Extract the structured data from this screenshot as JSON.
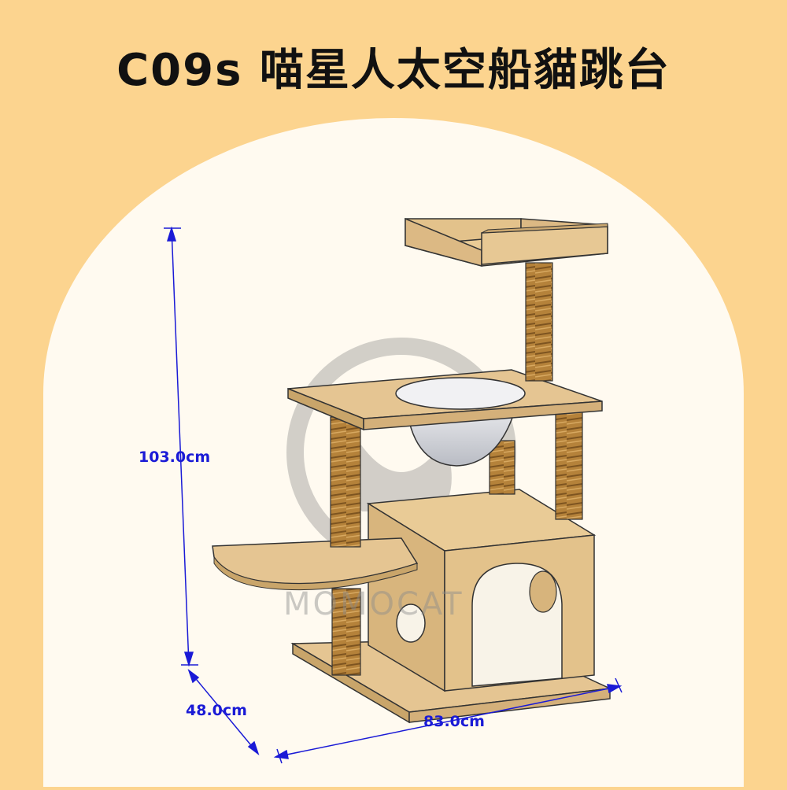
{
  "title": "C09s 喵星人太空船貓跳台",
  "dimensions": {
    "height_label": "103.0cm",
    "depth_label": "48.0cm",
    "width_label": "83.0cm"
  },
  "watermark": "MOMOCAT",
  "colors": {
    "background": "#fcd48f",
    "arch": "#fffaf0",
    "wood": "#e3c28b",
    "wood_dark": "#c9a56a",
    "rope": "#b07c35",
    "dimension": "#1a1ad6"
  }
}
